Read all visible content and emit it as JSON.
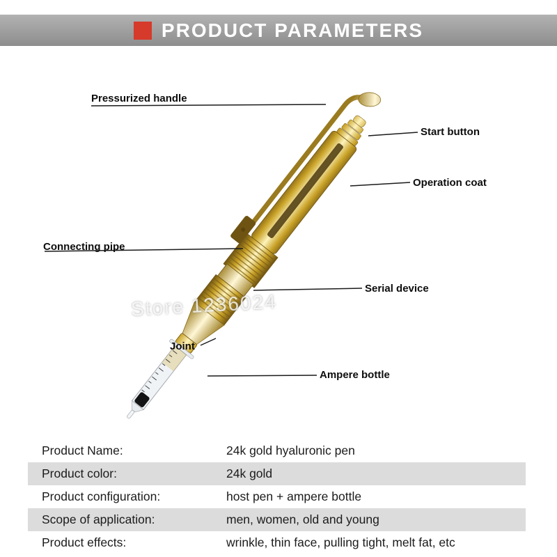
{
  "header": {
    "title": "PRODUCT PARAMETERS"
  },
  "diagram": {
    "watermark": "Store 1236024",
    "callouts": [
      {
        "label": "Pressurized handle"
      },
      {
        "label": "Start button"
      },
      {
        "label": "Operation coat"
      },
      {
        "label": "Connecting pipe"
      },
      {
        "label": "Serial device"
      },
      {
        "label": "Joint"
      },
      {
        "label": "Ampere bottle"
      }
    ]
  },
  "specs": {
    "rows": [
      {
        "label": "Product Name:",
        "value": "24k gold hyaluronic pen"
      },
      {
        "label": "Product color:",
        "value": "24k gold"
      },
      {
        "label": "Product configuration:",
        "value": "host pen + ampere bottle"
      },
      {
        "label": "Scope of application:",
        "value": "men, women, old and young"
      },
      {
        "label": "Product effects:",
        "value": "wrinkle, thin face, pulling tight, melt fat, etc"
      }
    ]
  },
  "colors": {
    "accent_red": "#d63a2b",
    "banner_gray": "#9c9c9c",
    "gold": "#d4af37",
    "row_shade": "#dcdcdc"
  }
}
